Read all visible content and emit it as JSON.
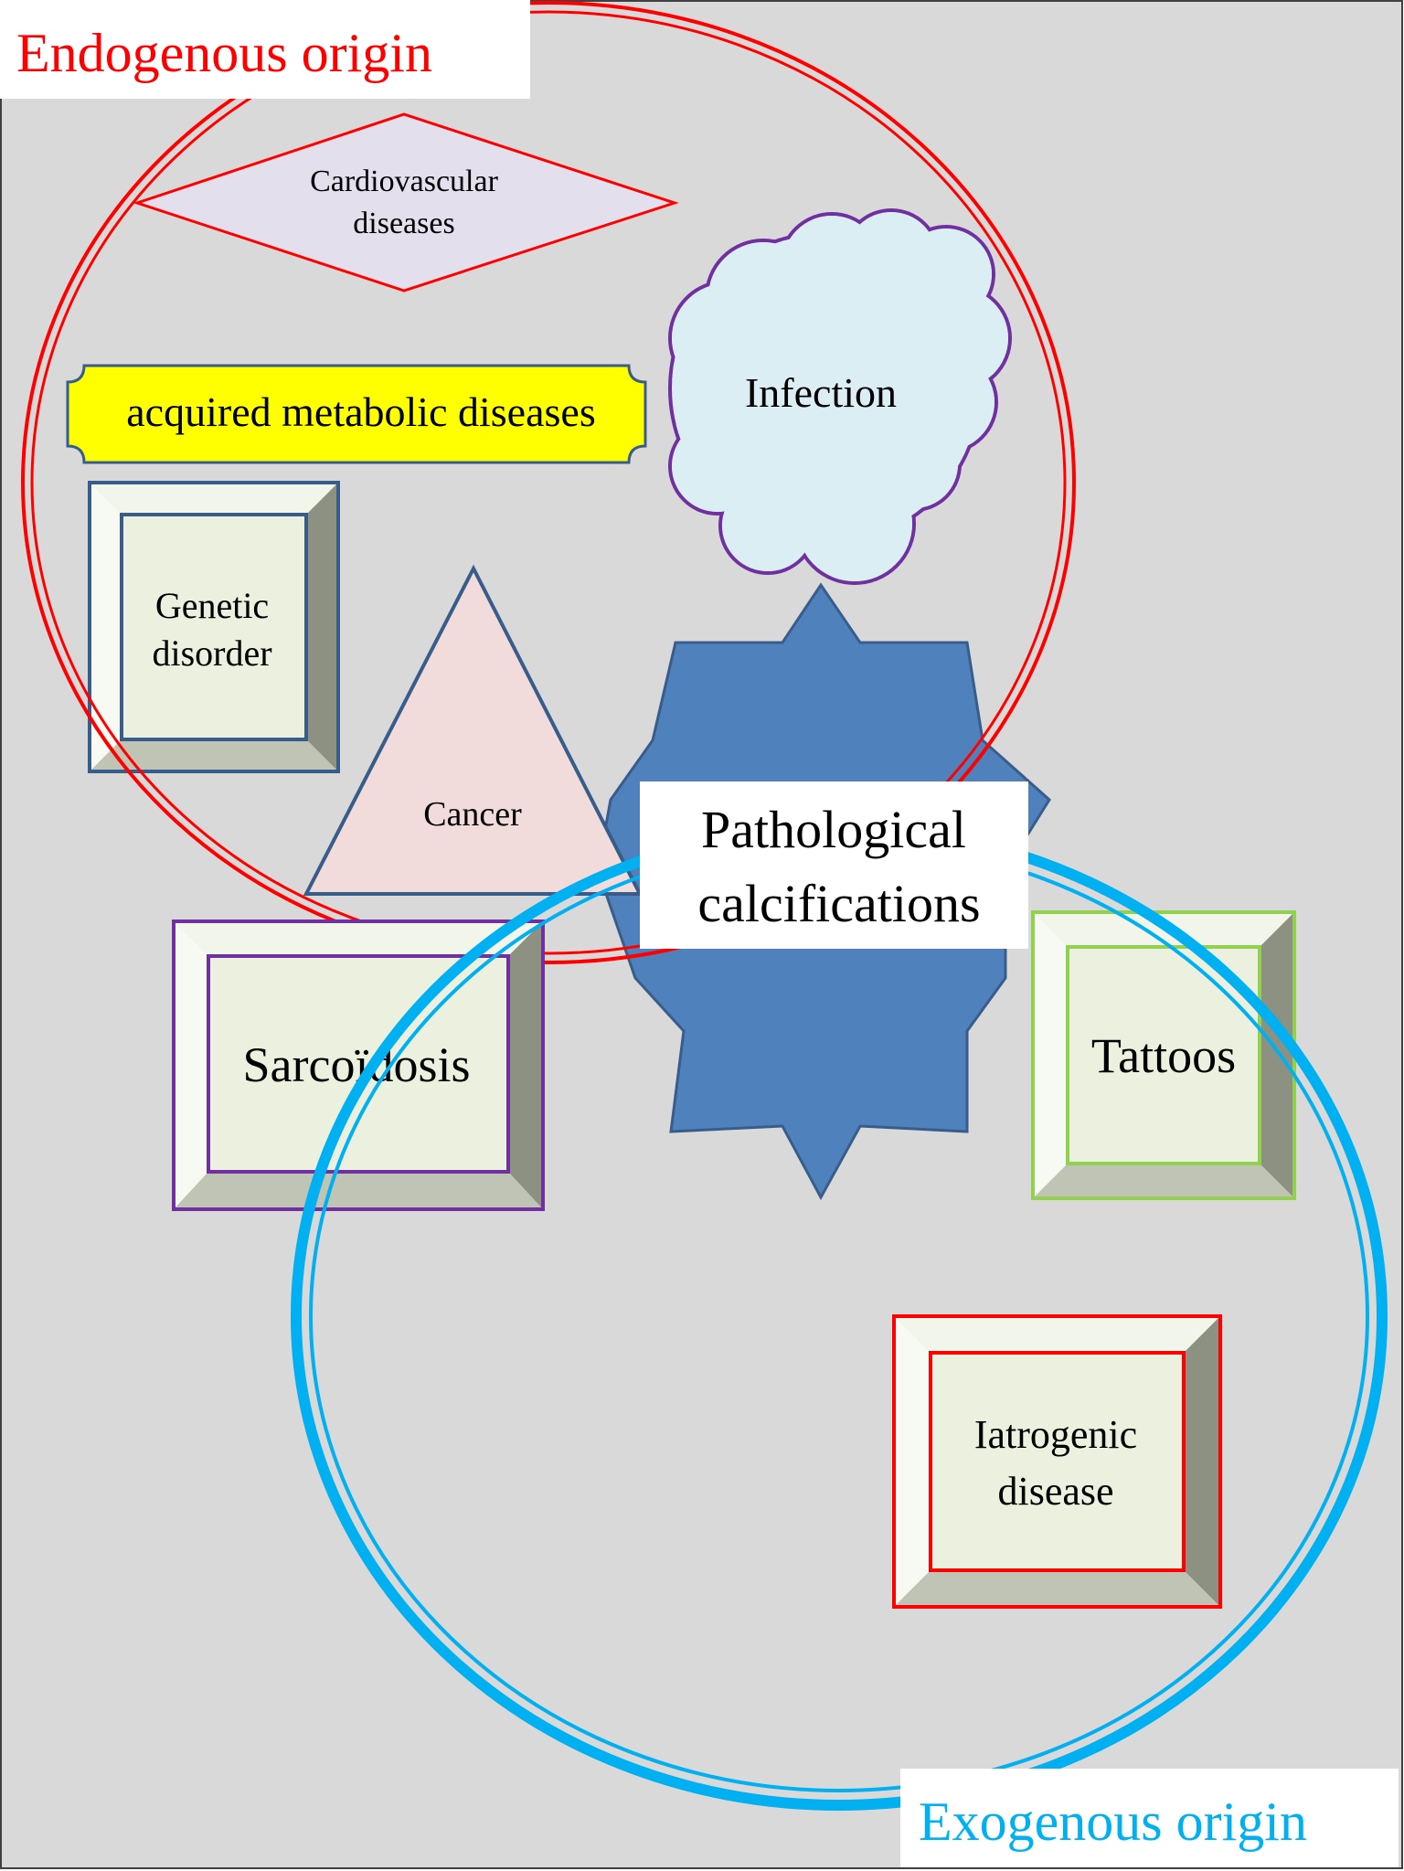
{
  "endogenous_label": "Endogenous origin",
  "exogenous_label": "Exogenous origin",
  "center_label": {
    "line1": "Pathological",
    "line2": "calcifications"
  },
  "nodes": {
    "cardiovascular": {
      "line1": "Cardiovascular",
      "line2": "diseases"
    },
    "metabolic": "acquired metabolic diseases",
    "infection": "Infection",
    "genetic": {
      "line1": "Genetic",
      "line2": "disorder"
    },
    "cancer": "Cancer",
    "sarcoidosis": "Sarcoïdosis",
    "tattoos": "Tattoos",
    "iatrogenic": {
      "line1": "Iatrogenic",
      "line2": "disease"
    }
  },
  "colors": {
    "background": "#d9d9d9",
    "endogenous": "#ff0000",
    "exogenous": "#00b0f0",
    "star": "#4f81bd",
    "star_border": "#385d8a",
    "diamond_fill": "#e4dfec",
    "metabolic_fill": "#ffff00",
    "cloud_fill": "#dbeef4",
    "cloud_border": "#7030a0",
    "triangle_fill": "#f2dcdb",
    "bevel_face": "#ebf1de",
    "genetic_border": "#385d8a",
    "sarcoidosis_border": "#7030a0",
    "tattoos_border": "#92d050",
    "iatrogenic_border": "#ff0000"
  }
}
